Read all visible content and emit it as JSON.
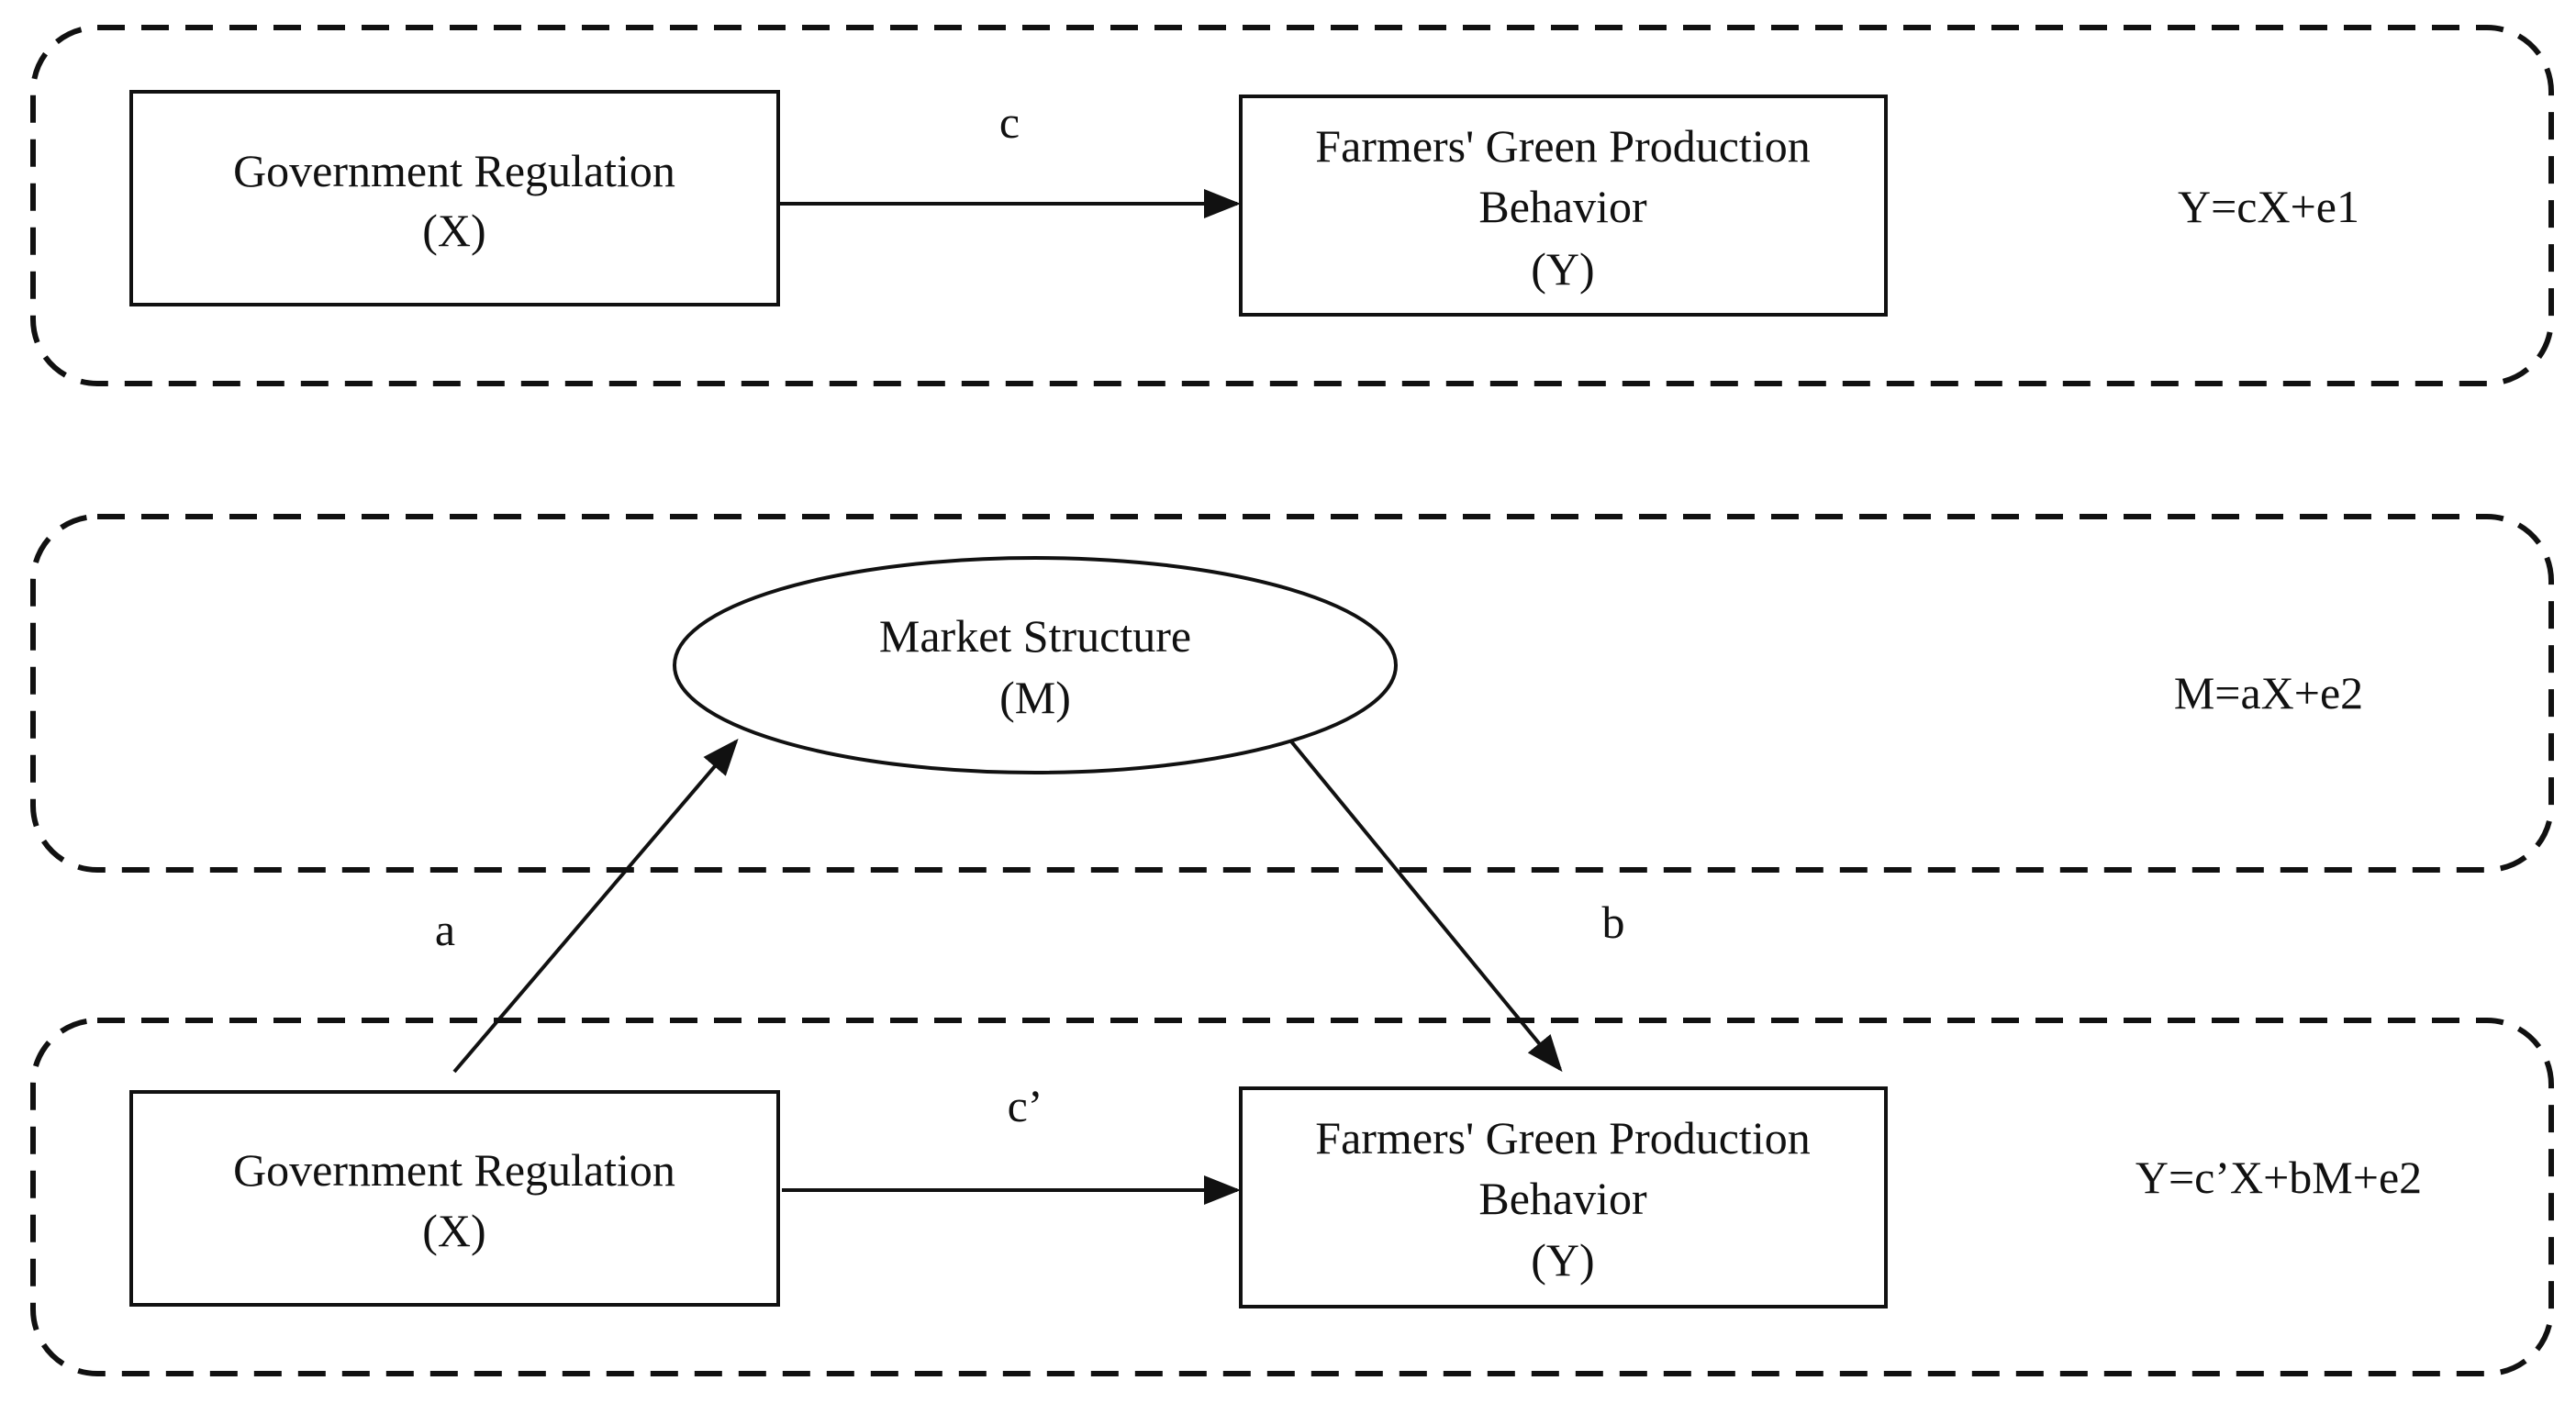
{
  "panels": {
    "total_effect": {
      "x_node": {
        "line1": "Government Regulation",
        "line2": "(X)"
      },
      "y_node": {
        "line1": "Farmers' Green Production",
        "line2": "Behavior",
        "line3": "(Y)"
      },
      "path_label": "c",
      "equation": "Y=cX+e1"
    },
    "mediator": {
      "m_node": {
        "line1": "Market Structure",
        "line2": "(M)"
      },
      "equation": "M=aX+e2"
    },
    "direct_effect": {
      "x_node": {
        "line1": "Government Regulation",
        "line2": "(X)"
      },
      "y_node": {
        "line1": "Farmers' Green Production",
        "line2": "Behavior",
        "line3": "(Y)"
      },
      "path_label": "c’",
      "equation": "Y=c’X+bM+e2"
    }
  },
  "paths": {
    "a_label": "a",
    "b_label": "b"
  },
  "colors": {
    "stroke": "#111111",
    "background": "#ffffff"
  }
}
